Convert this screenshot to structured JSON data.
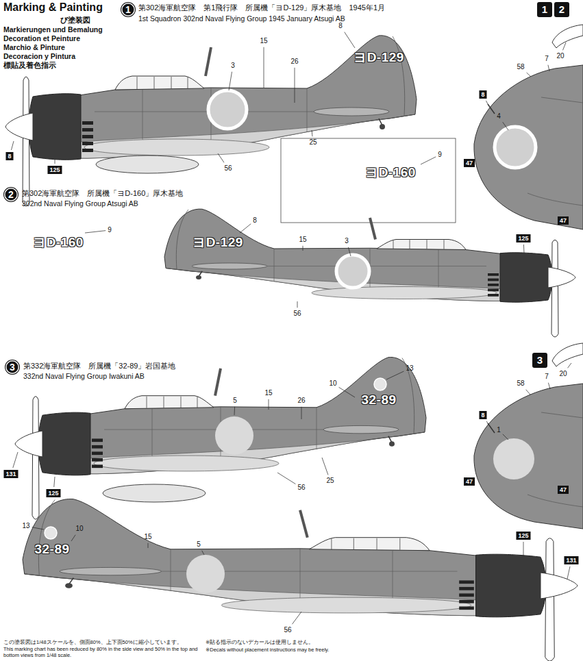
{
  "diagram": {
    "title": "Marking & Painting",
    "labels": [
      "び塗装図",
      "Markierungen und Bemalung",
      "Decoration et Peinture",
      "Marchio & Pinture",
      "Decoracion y Pintura",
      "標貼及着色指示",
      "1",
      "第302海軍航空隊　第1飛行隊　所属機「ヨD-129」厚木基地　1945年1月",
      "1st Squadron 302nd Naval Flying Group 1945 January Atsugi AB",
      "1",
      "2",
      "ヨD-129",
      "3",
      "15",
      "8",
      "26",
      "25",
      "56",
      "8",
      "125",
      "ヨD-160",
      "9",
      "2",
      "第302海軍航空隊　所属機「ヨD-160」厚木基地",
      "302nd Naval Flying Group Atsugi AB",
      "ヨD-160",
      "9",
      "ヨD-129",
      "8",
      "15",
      "3",
      "125",
      "56",
      "3",
      "第332海軍航空隊　所属機「32-89」岩国基地",
      "332nd Naval Flying Group Iwakuni AB",
      "32-89",
      "10",
      "13",
      "5",
      "15",
      "26",
      "25",
      "56",
      "131",
      "125",
      "13",
      "10",
      "32-89",
      "15",
      "5",
      "125",
      "131",
      "56",
      "20",
      "7",
      "58",
      "8",
      "4",
      "47",
      "47",
      "20",
      "7",
      "58",
      "8",
      "1",
      "47",
      "47",
      "3",
      "この塗装図は1/48スケールを、側面80%、上下面50%に縮小しています。",
      "This marking chart has been reduced by 80% in the side view and 50% in the top and bottom views from 1/48 scale.",
      "※貼る指示のないデカールは使用しません。",
      "※Decals without placement instructions may be freely."
    ]
  }
}
